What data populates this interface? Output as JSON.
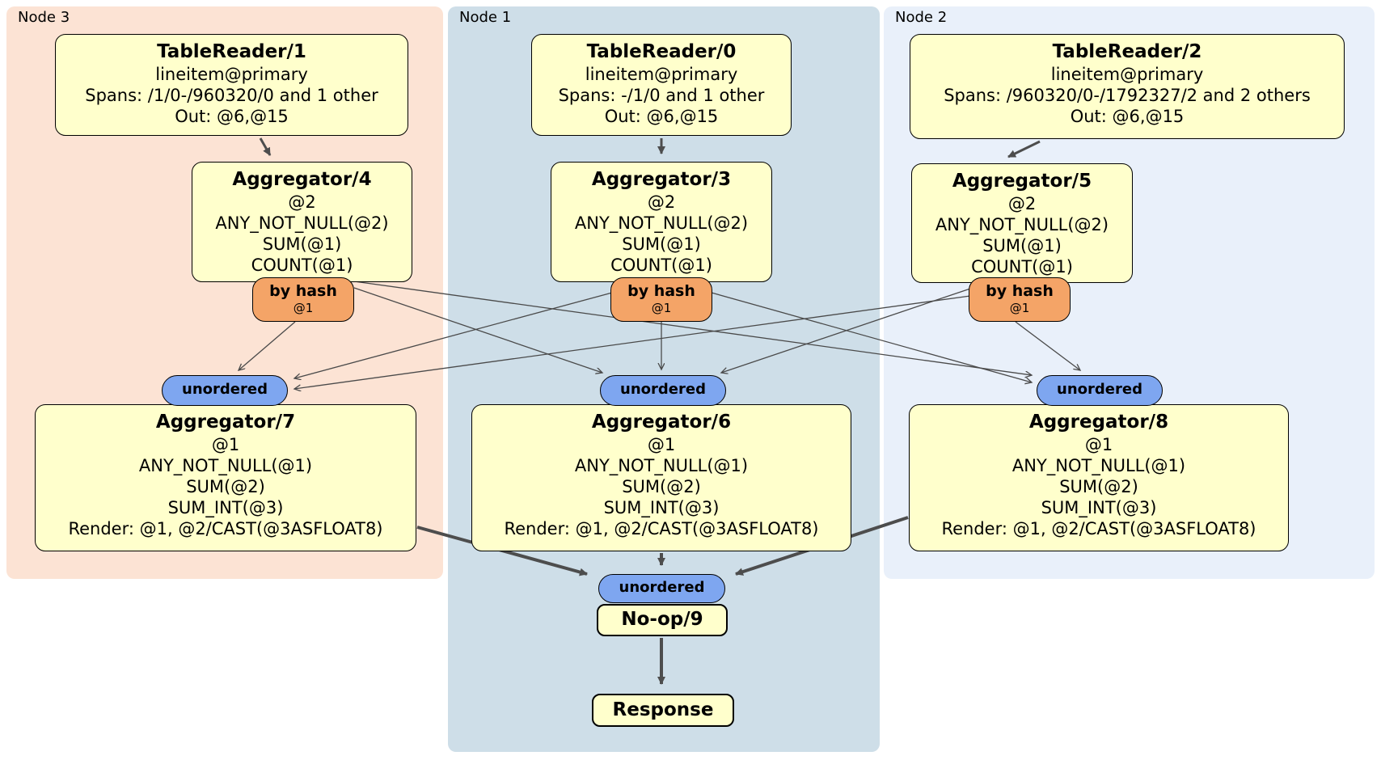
{
  "colors": {
    "panel_node3": "#FCE3D4",
    "panel_node1": "#CEDEE8",
    "panel_node2": "#E9F0FA",
    "box_fill": "#FFFFCC",
    "router_fill": "#F4A467",
    "sync_fill": "#7EA6F0",
    "edge": "#4a4a4a",
    "text": "#000000"
  },
  "nodes": [
    {
      "label": "Node 3",
      "table_reader": {
        "title": "TableReader/1",
        "table": "lineitem@primary",
        "spans": "Spans: /1/0-/960320/0 and 1 other",
        "out": "Out: @6,@15"
      },
      "pre_agg": {
        "title": "Aggregator/4",
        "group": "@2",
        "fns": [
          "ANY_NOT_NULL(@2)",
          "SUM(@1)",
          "COUNT(@1)"
        ]
      },
      "router": {
        "label": "by hash",
        "key": "@1"
      },
      "sync": {
        "label": "unordered"
      },
      "final_agg": {
        "title": "Aggregator/7",
        "group": "@1",
        "fns": [
          "ANY_NOT_NULL(@1)",
          "SUM(@2)",
          "SUM_INT(@3)"
        ],
        "render": "Render: @1, @2/CAST(@3ASFLOAT8)"
      }
    },
    {
      "label": "Node 1",
      "table_reader": {
        "title": "TableReader/0",
        "table": "lineitem@primary",
        "spans": "Spans: -/1/0 and 1 other",
        "out": "Out: @6,@15"
      },
      "pre_agg": {
        "title": "Aggregator/3",
        "group": "@2",
        "fns": [
          "ANY_NOT_NULL(@2)",
          "SUM(@1)",
          "COUNT(@1)"
        ]
      },
      "router": {
        "label": "by hash",
        "key": "@1"
      },
      "sync": {
        "label": "unordered"
      },
      "final_agg": {
        "title": "Aggregator/6",
        "group": "@1",
        "fns": [
          "ANY_NOT_NULL(@1)",
          "SUM(@2)",
          "SUM_INT(@3)"
        ],
        "render": "Render: @1, @2/CAST(@3ASFLOAT8)"
      },
      "final_sync": {
        "label": "unordered"
      },
      "noop": {
        "title": "No-op/9"
      },
      "response": {
        "title": "Response"
      }
    },
    {
      "label": "Node 2",
      "table_reader": {
        "title": "TableReader/2",
        "table": "lineitem@primary",
        "spans": "Spans: /960320/0-/1792327/2 and 2 others",
        "out": "Out: @6,@15"
      },
      "pre_agg": {
        "title": "Aggregator/5",
        "group": "@2",
        "fns": [
          "ANY_NOT_NULL(@2)",
          "SUM(@1)",
          "COUNT(@1)"
        ]
      },
      "router": {
        "label": "by hash",
        "key": "@1"
      },
      "sync": {
        "label": "unordered"
      },
      "final_agg": {
        "title": "Aggregator/8",
        "group": "@1",
        "fns": [
          "ANY_NOT_NULL(@1)",
          "SUM(@2)",
          "SUM_INT(@3)"
        ],
        "render": "Render: @1, @2/CAST(@3ASFLOAT8)"
      }
    }
  ]
}
